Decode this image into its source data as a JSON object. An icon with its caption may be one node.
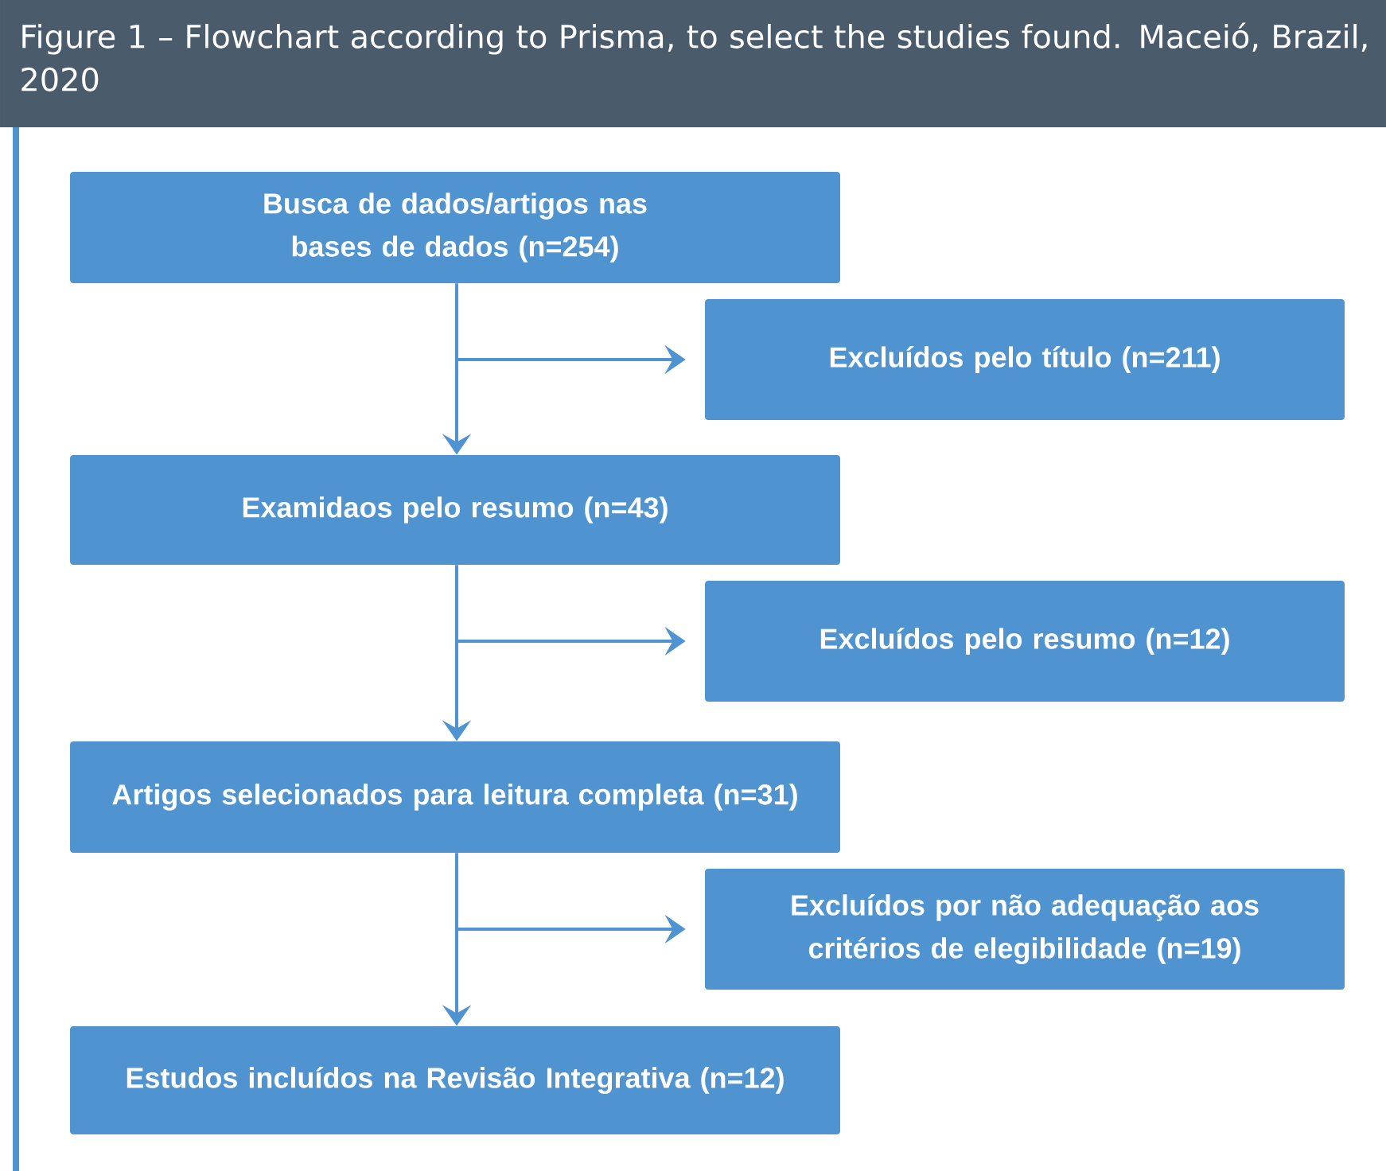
{
  "diagram": {
    "title": "Figure 1 – Flowchart according to Prisma, to select the studies found. Maceió, Brazil, 2020",
    "nodes": [
      {
        "text": [
          "Busca de dados/artigos nas bases de dados (n=254)"
        ]
      },
      {
        "text": [
          "Excluídos pelo título (n=211)"
        ]
      },
      {
        "text": [
          "Examidaos pelo resumo (n=43)"
        ]
      },
      {
        "text": [
          "Excluídos pelo resumo (n=12)"
        ]
      },
      {
        "text": [
          "Artigos selecionados para leitura completa (n=31)"
        ]
      },
      {
        "text": [
          "Excluídos por não adequação aos critérios de elegibilidade (n=19)"
        ]
      },
      {
        "text": [
          "Estudos incluídos na Revisão Integrativa (n=12)"
        ]
      }
    ],
    "edges": [
      {
        "from": 0,
        "to": 1,
        "arrow": "to"
      },
      {
        "from": 0,
        "to": 2,
        "arrow": "to"
      },
      {
        "from": 2,
        "to": 3,
        "arrow": "to"
      },
      {
        "from": 2,
        "to": 4,
        "arrow": "to"
      },
      {
        "from": 4,
        "to": 5,
        "arrow": "to"
      },
      {
        "from": 4,
        "to": 6,
        "arrow": "to"
      }
    ]
  }
}
